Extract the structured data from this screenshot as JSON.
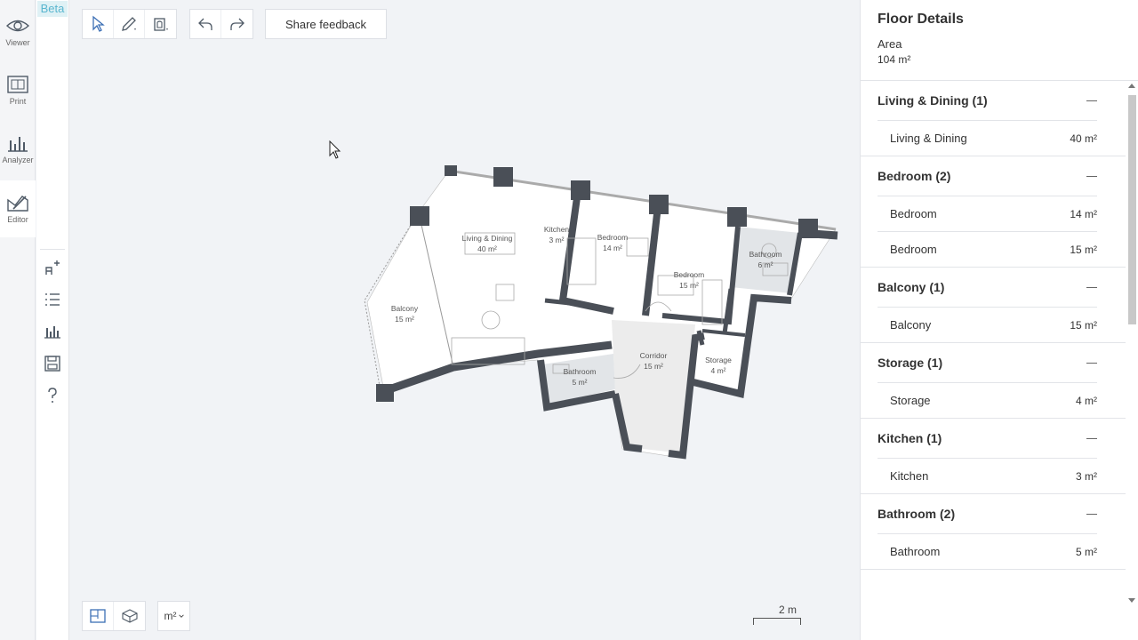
{
  "nav": {
    "viewer": "Viewer",
    "print": "Print",
    "analyzer": "Analyzer",
    "editor": "Editor"
  },
  "toolstrip": {
    "beta": "Beta"
  },
  "toolbar": {
    "share_feedback": "Share feedback"
  },
  "bottom": {
    "unit": "m²",
    "scale": "2 m"
  },
  "plan_labels": [
    {
      "name": "Living & Dining",
      "area": "40 m²"
    },
    {
      "name": "Kitchen",
      "area": "3 m²"
    },
    {
      "name": "Bedroom",
      "area": "14 m²"
    },
    {
      "name": "Bedroom",
      "area": "15 m²"
    },
    {
      "name": "Bathroom",
      "area": "6 m²"
    },
    {
      "name": "Balcony",
      "area": "15 m²"
    },
    {
      "name": "Corridor",
      "area": "15 m²"
    },
    {
      "name": "Storage",
      "area": "4 m²"
    },
    {
      "name": "Bathroom",
      "area": "5 m²"
    }
  ],
  "panel": {
    "title": "Floor Details",
    "area_label": "Area",
    "area_value": "104 m²",
    "groups": [
      {
        "title": "Living & Dining (1)",
        "rows": [
          {
            "name": "Living & Dining",
            "value": "40 m²"
          }
        ]
      },
      {
        "title": "Bedroom (2)",
        "rows": [
          {
            "name": "Bedroom",
            "value": "14 m²"
          },
          {
            "name": "Bedroom",
            "value": "15 m²"
          }
        ]
      },
      {
        "title": "Balcony (1)",
        "rows": [
          {
            "name": "Balcony",
            "value": "15 m²"
          }
        ]
      },
      {
        "title": "Storage (1)",
        "rows": [
          {
            "name": "Storage",
            "value": "4 m²"
          }
        ]
      },
      {
        "title": "Kitchen (1)",
        "rows": [
          {
            "name": "Kitchen",
            "value": "3 m²"
          }
        ]
      },
      {
        "title": "Bathroom (2)",
        "rows": [
          {
            "name": "Bathroom",
            "value": "5 m²"
          }
        ]
      }
    ]
  },
  "colors": {
    "accent": "#5ab6cf",
    "wall": "#4a4f57",
    "icon": "#4f5a66",
    "selected_icon": "#3c6fb5"
  }
}
